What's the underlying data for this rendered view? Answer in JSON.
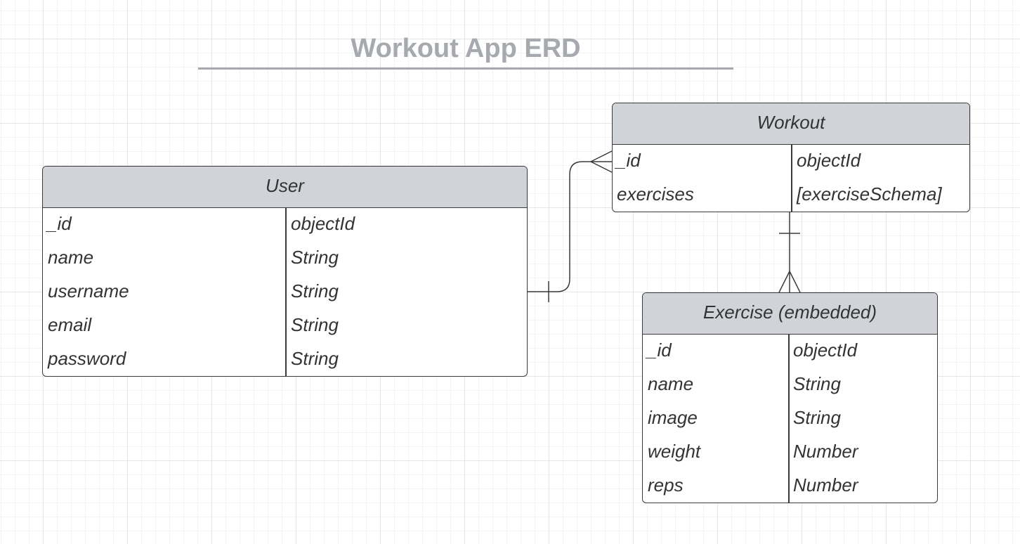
{
  "title": "Workout App ERD",
  "entities": {
    "user": {
      "name": "User",
      "fields": [
        {
          "name": "_id",
          "type": "objectId"
        },
        {
          "name": "name",
          "type": "String"
        },
        {
          "name": "username",
          "type": "String"
        },
        {
          "name": "email",
          "type": "String"
        },
        {
          "name": "password",
          "type": "String"
        }
      ]
    },
    "workout": {
      "name": "Workout",
      "fields": [
        {
          "name": "_id",
          "type": "objectId"
        },
        {
          "name": "exercises",
          "type": "[exerciseSchema]"
        }
      ]
    },
    "exercise": {
      "name": "Exercise (embedded)",
      "fields": [
        {
          "name": "_id",
          "type": "objectId"
        },
        {
          "name": "name",
          "type": "String"
        },
        {
          "name": "image",
          "type": "String"
        },
        {
          "name": "weight",
          "type": "Number"
        },
        {
          "name": "reps",
          "type": "Number"
        }
      ]
    }
  },
  "relationships": [
    {
      "from": "User",
      "to": "Workout",
      "from_cardinality": "one",
      "to_cardinality": "many"
    },
    {
      "from": "Workout",
      "to": "Exercise (embedded)",
      "from_cardinality": "one",
      "to_cardinality": "many"
    }
  ],
  "colors": {
    "header_fill": "#d0d3d8",
    "border": "#3a3a3a",
    "title": "#a6a9ae",
    "grid": "#e6e6e6"
  }
}
